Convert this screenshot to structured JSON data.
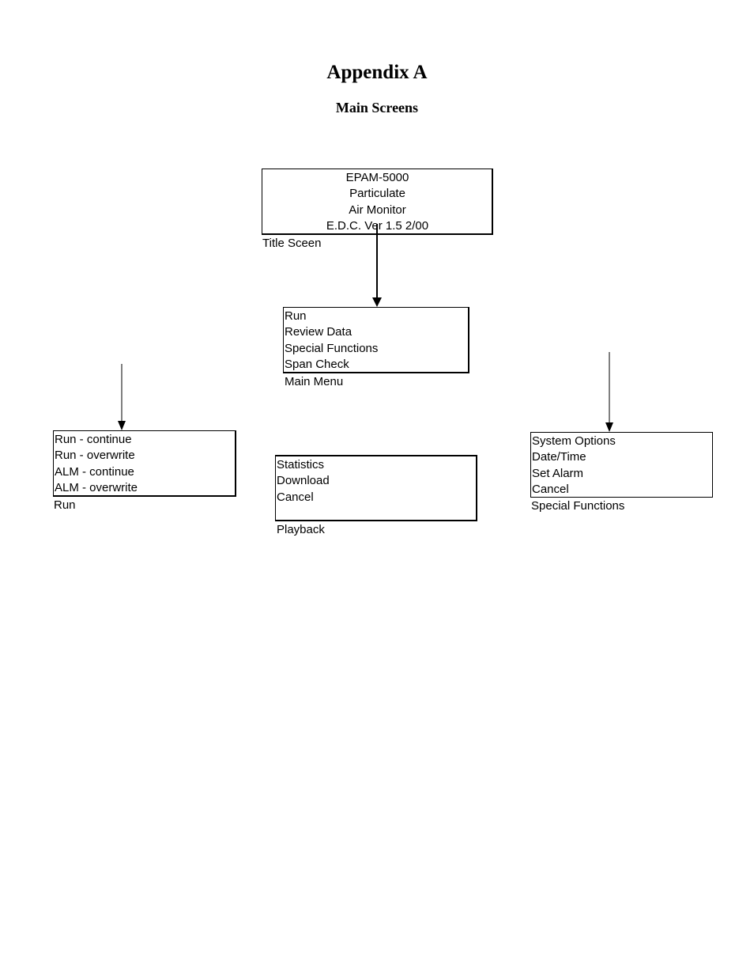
{
  "heading": {
    "title": "Appendix A",
    "subtitle": "Main Screens"
  },
  "screens": {
    "title": {
      "lines": [
        "EPAM-5000",
        "Particulate",
        "Air Monitor",
        "E.D.C. Ver 1.5 2/00"
      ],
      "label": "Title Sceen"
    },
    "main_menu": {
      "lines": [
        "Run",
        "Review Data",
        "Special Functions",
        "Span Check"
      ],
      "label": "Main Menu"
    },
    "run": {
      "lines": [
        "Run - continue",
        "Run - overwrite",
        "ALM - continue",
        "ALM - overwrite"
      ],
      "label": "Run"
    },
    "playback": {
      "lines": [
        "Statistics",
        "Download",
        "Cancel"
      ],
      "label": "Playback"
    },
    "special_functions": {
      "lines": [
        "System Options",
        "Date/Time",
        "Set Alarm",
        "Cancel"
      ],
      "label": "Special Functions"
    }
  }
}
